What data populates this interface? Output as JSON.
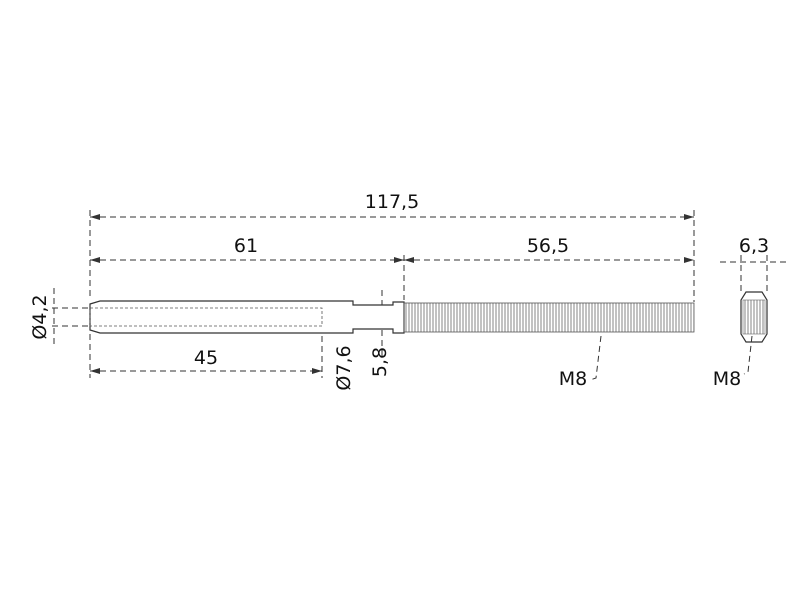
{
  "dimensions": {
    "overall_length": "117,5",
    "body_length": "61",
    "thread_length": "56,5",
    "bore_depth": "45",
    "bore_diameter": "Ø4,2",
    "body_diameter": "Ø7,6",
    "neck_diameter": "5,8",
    "nut_width": "6,3"
  },
  "labels": {
    "thread_callout": "M8",
    "nut_callout": "M8"
  }
}
